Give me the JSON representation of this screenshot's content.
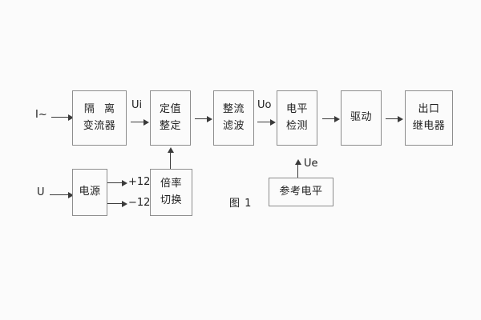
{
  "figure": {
    "caption": "图 1",
    "background_color": "#fbfbfb",
    "box_border_color": "#8d8d8d",
    "line_color": "#3a3a3a",
    "text_color": "#1f1f1f"
  },
  "inputs": [
    {
      "id": "current-input",
      "label": "I~"
    },
    {
      "id": "voltage-input",
      "label": "U"
    }
  ],
  "signals": [
    {
      "id": "ui",
      "label": "Ui"
    },
    {
      "id": "uo",
      "label": "Uo"
    },
    {
      "id": "ue",
      "label": "Ue"
    }
  ],
  "rails": [
    {
      "id": "rail-pos",
      "label": "+12V"
    },
    {
      "id": "rail-neg",
      "label": "−12V"
    }
  ],
  "blocks": [
    {
      "id": "isolation-transformer",
      "lines": [
        "隔 离",
        "变流器"
      ]
    },
    {
      "id": "setting-adjust",
      "lines": [
        "定值",
        "整定"
      ]
    },
    {
      "id": "rectify-filter",
      "lines": [
        "整流",
        "滤波"
      ]
    },
    {
      "id": "level-detect",
      "lines": [
        "电平",
        "检测"
      ]
    },
    {
      "id": "driver",
      "lines": [
        "驱动"
      ]
    },
    {
      "id": "output-relay",
      "lines": [
        "出口",
        "继电器"
      ]
    },
    {
      "id": "power-supply",
      "lines": [
        "电源"
      ]
    },
    {
      "id": "multiplier-switch",
      "lines": [
        "倍率",
        "切换"
      ]
    },
    {
      "id": "reference-level",
      "lines": [
        "参考电平"
      ]
    }
  ]
}
